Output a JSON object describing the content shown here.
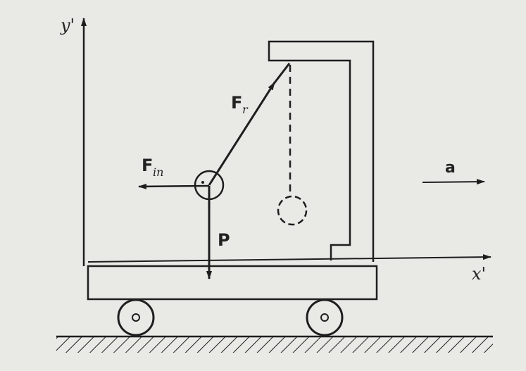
{
  "labels": {
    "y_axis": "y'",
    "x_axis": "x'",
    "tension": "F",
    "tension_sub": "r",
    "inertia": "F",
    "inertia_sub": "in",
    "weight": "P",
    "acceleration": "a"
  },
  "colors": {
    "ink": "#1e1e1e",
    "paper": "#e9e9e6"
  }
}
